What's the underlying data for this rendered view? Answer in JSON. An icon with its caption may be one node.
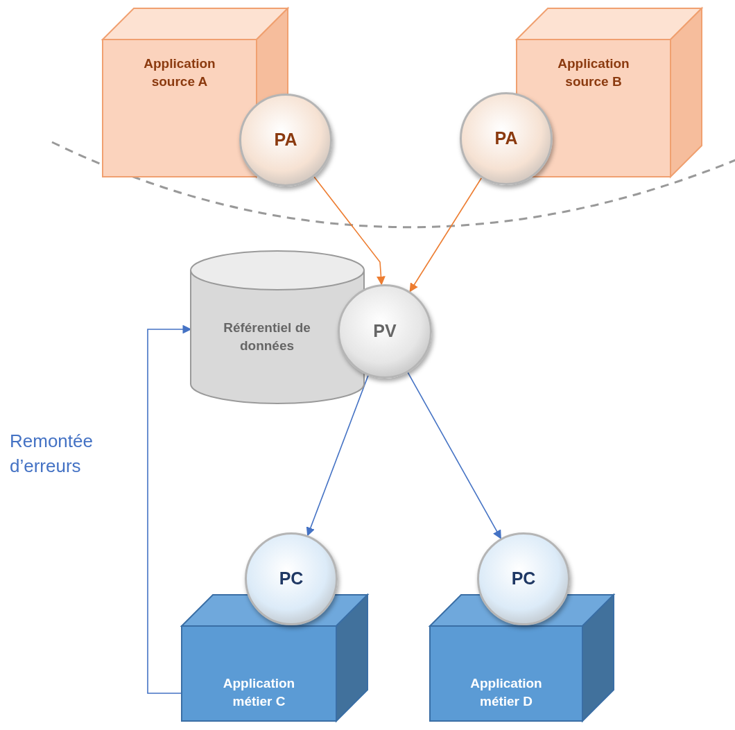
{
  "diagram": {
    "nodes": [
      {
        "text": [
          "Application source A"
        ]
      },
      {
        "text": [
          "PA"
        ]
      },
      {
        "text": [
          "Application source B"
        ]
      },
      {
        "text": [
          "PA"
        ]
      },
      {
        "text": [
          "Référentiel de données"
        ]
      },
      {
        "text": [
          "PV"
        ]
      },
      {
        "text": [
          "PC"
        ]
      },
      {
        "text": [
          "Application métier C"
        ]
      },
      {
        "text": [
          "PC"
        ]
      },
      {
        "text": [
          "Application métier D"
        ]
      }
    ],
    "edges": [
      {
        "from": 1,
        "to": 5,
        "arrow": "to",
        "color": "#ed7d31"
      },
      {
        "from": 3,
        "to": 5,
        "arrow": "to",
        "color": "#ed7d31"
      },
      {
        "from": 5,
        "to": 6,
        "arrow": "to"
      },
      {
        "from": 5,
        "to": 8,
        "arrow": "to"
      },
      {
        "from": 7,
        "to": 4,
        "arrow": "to",
        "label": "Remontée d’erreurs"
      }
    ]
  }
}
